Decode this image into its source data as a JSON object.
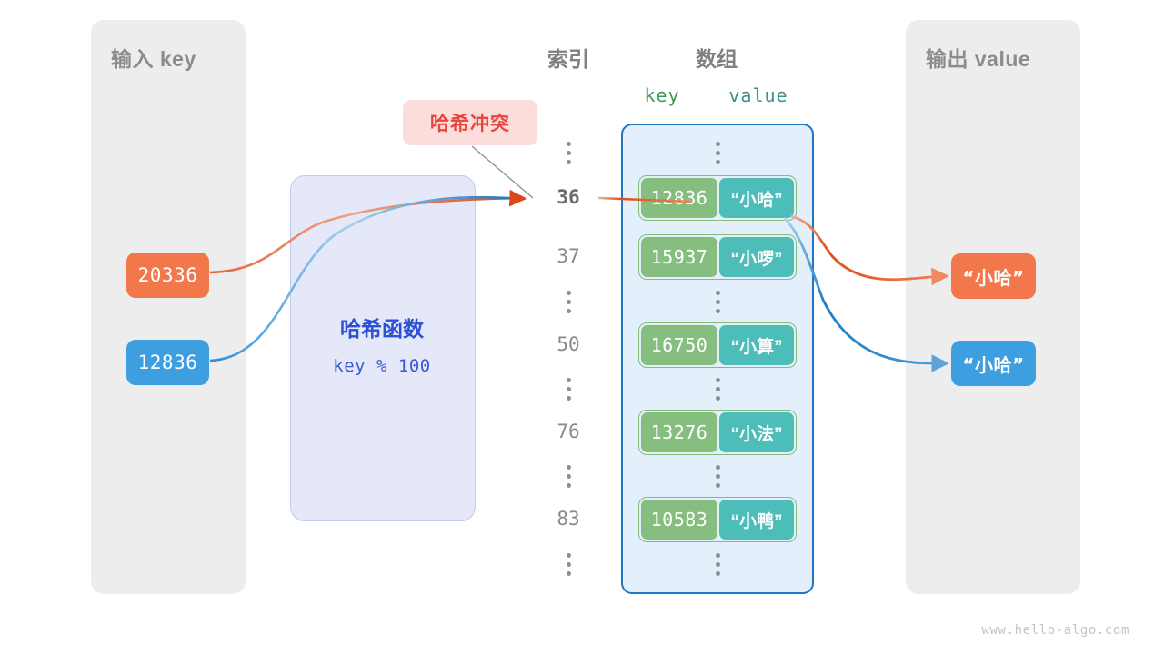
{
  "watermark": "www.hello-algo.com",
  "panels": {
    "input": {
      "title": "输入 key"
    },
    "output": {
      "title": "输出 value"
    }
  },
  "headings": {
    "index": "索引",
    "array": "数组",
    "key": "key",
    "value": "value"
  },
  "collision_badge": {
    "label": "哈希冲突"
  },
  "hash_function": {
    "title": "哈希函数",
    "expression": "key % 100"
  },
  "inputs": [
    {
      "label": "20336",
      "color": "#f2784b"
    },
    {
      "label": "12836",
      "color": "#3d9fe0"
    }
  ],
  "outputs": [
    {
      "label": "“小哈”",
      "color": "#f2784b"
    },
    {
      "label": "“小哈”",
      "color": "#3d9fe0"
    }
  ],
  "array": {
    "rows": [
      {
        "type": "dots",
        "index": "",
        "key": "",
        "value": "",
        "highlight": false
      },
      {
        "type": "entry",
        "index": "36",
        "key": "12836",
        "value": "“小哈”",
        "highlight": true
      },
      {
        "type": "entry",
        "index": "37",
        "key": "15937",
        "value": "“小啰”",
        "highlight": false
      },
      {
        "type": "dots",
        "index": "",
        "key": "",
        "value": "",
        "highlight": false
      },
      {
        "type": "entry",
        "index": "50",
        "key": "16750",
        "value": "“小算”",
        "highlight": false
      },
      {
        "type": "dots",
        "index": "",
        "key": "",
        "value": "",
        "highlight": false
      },
      {
        "type": "entry",
        "index": "76",
        "key": "13276",
        "value": "“小法”",
        "highlight": false
      },
      {
        "type": "dots",
        "index": "",
        "key": "",
        "value": "",
        "highlight": false
      },
      {
        "type": "entry",
        "index": "83",
        "key": "10583",
        "value": "“小鸭”",
        "highlight": false
      },
      {
        "type": "dots",
        "index": "",
        "key": "",
        "value": "",
        "highlight": false
      }
    ]
  },
  "colors": {
    "panel_bg": "#ededed",
    "array_bg": "#e3f0fc",
    "array_border": "#1f77c4",
    "cell_key": "#85be7e",
    "cell_value": "#4cbdb8",
    "orange": "#f2784b",
    "blue": "#3d9fe0",
    "hash_box": "#e4e8f8",
    "collision": "#e8453c"
  }
}
